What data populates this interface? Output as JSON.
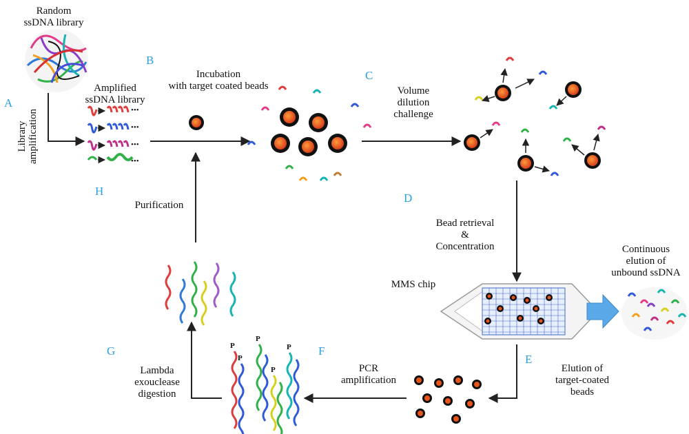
{
  "steps": {
    "A": "A",
    "B": "B",
    "C": "C",
    "D": "D",
    "E": "E",
    "F": "F",
    "G": "G",
    "H": "H"
  },
  "labels": {
    "random_library_1": "Random",
    "random_library_2": "ssDNA library",
    "amplified_1": "Amplified",
    "amplified_2": "ssDNA library",
    "library_amplification_1": "Library",
    "library_amplification_2": "amplification",
    "incubation_1": "Incubation",
    "incubation_2": "with target coated  beads",
    "volume_1": "Volume",
    "volume_2": "dilution",
    "volume_3": "challenge",
    "retrieval_1": "Bead retrieval",
    "retrieval_2": "&",
    "retrieval_3": "Concentration",
    "mms_chip": "MMS chip",
    "continuous_1": "Continuous",
    "continuous_2": "elution of",
    "continuous_3": "unbound ssDNA",
    "elution_1": "Elution of",
    "elution_2": "target-coated",
    "elution_3": "beads",
    "pcr_1": "PCR",
    "pcr_2": "amplification",
    "lambda_1": "Lambda",
    "lambda_2": "exouclease",
    "lambda_3": "digestion",
    "purification": "Purification",
    "phosphate": "P",
    "ellipsis": "•••"
  },
  "colors": {
    "step_letter": "#2aa0e0",
    "bead_core": "#e8541e",
    "bead_shell": "#111111",
    "arrow": "#222222",
    "chip_grid": "#3b6bd6",
    "big_arrow": "#5aa8e8"
  }
}
